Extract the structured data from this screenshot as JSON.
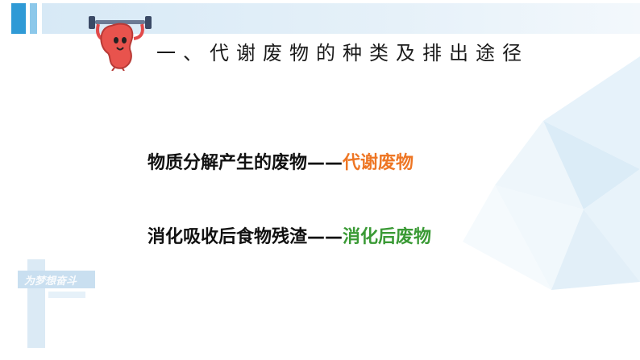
{
  "header": {
    "title": "一、代谢废物的种类及排出途径"
  },
  "content": {
    "line1": {
      "prefix": "物质分解产生的废物——",
      "highlight": "代谢废物"
    },
    "line2": {
      "prefix": "消化吸收后食物残渣——",
      "highlight": "消化后废物"
    }
  },
  "watermark": {
    "text": "为梦想奋斗"
  },
  "colors": {
    "accent_blue": "#2f9ad6",
    "orange": "#ee7624",
    "green": "#3a9a35"
  }
}
